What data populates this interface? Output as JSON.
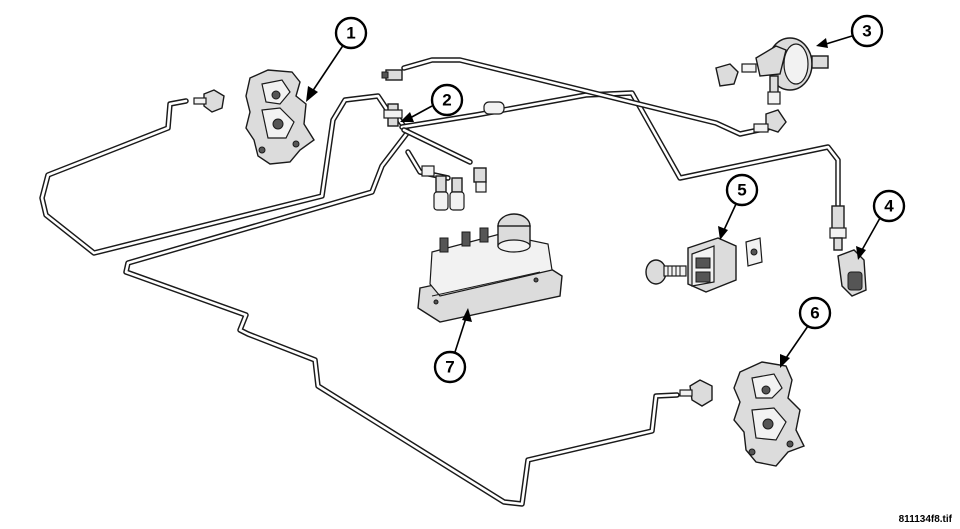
{
  "figure_id": "811134f8.tif",
  "callouts": [
    "1",
    "2",
    "3",
    "4",
    "5",
    "6",
    "7"
  ],
  "icons": [
    "vacuum-line-icon",
    "valve-body-icon",
    "check-valve-icon",
    "vacuum-reservoir-icon",
    "vacuum-switch-icon",
    "solenoid-pack-icon",
    "vacuum-actuator-icon"
  ]
}
